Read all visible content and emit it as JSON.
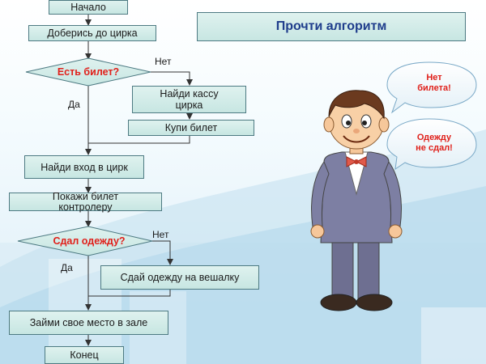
{
  "title": "Прочти алгоритм",
  "flowchart": {
    "start": "Начало",
    "step_get_to_circus": "Доберись до цирка",
    "decision_ticket": "Есть билет?",
    "step_find_ticket_office_line1": "Найди кассу",
    "step_find_ticket_office_line2": "цирка",
    "step_buy_ticket": "Купи билет",
    "step_find_entrance": "Найди вход в цирк",
    "step_show_ticket_line1": "Покажи билет",
    "step_show_ticket_line2": "контролеру",
    "decision_coat": "Сдал одежду?",
    "step_check_coat": "Сдай одежду на вешалку",
    "step_take_seat": "Займи свое место в зале",
    "end": "Конец",
    "label_no": "Нет",
    "label_yes": "Да"
  },
  "speech_bubbles": {
    "no_ticket_line1": "Нет",
    "no_ticket_line2": "билета!",
    "coat_line1": "Одежду",
    "coat_line2": "не сдал!"
  },
  "colors": {
    "box_fill": "#c7e6e2",
    "box_border": "#4d7a82",
    "decision_text": "#e0201a",
    "title_text": "#1f3d8c",
    "bubble_text": "#e0201a"
  },
  "icons": {
    "character": "cartoon-boy-in-suit"
  }
}
